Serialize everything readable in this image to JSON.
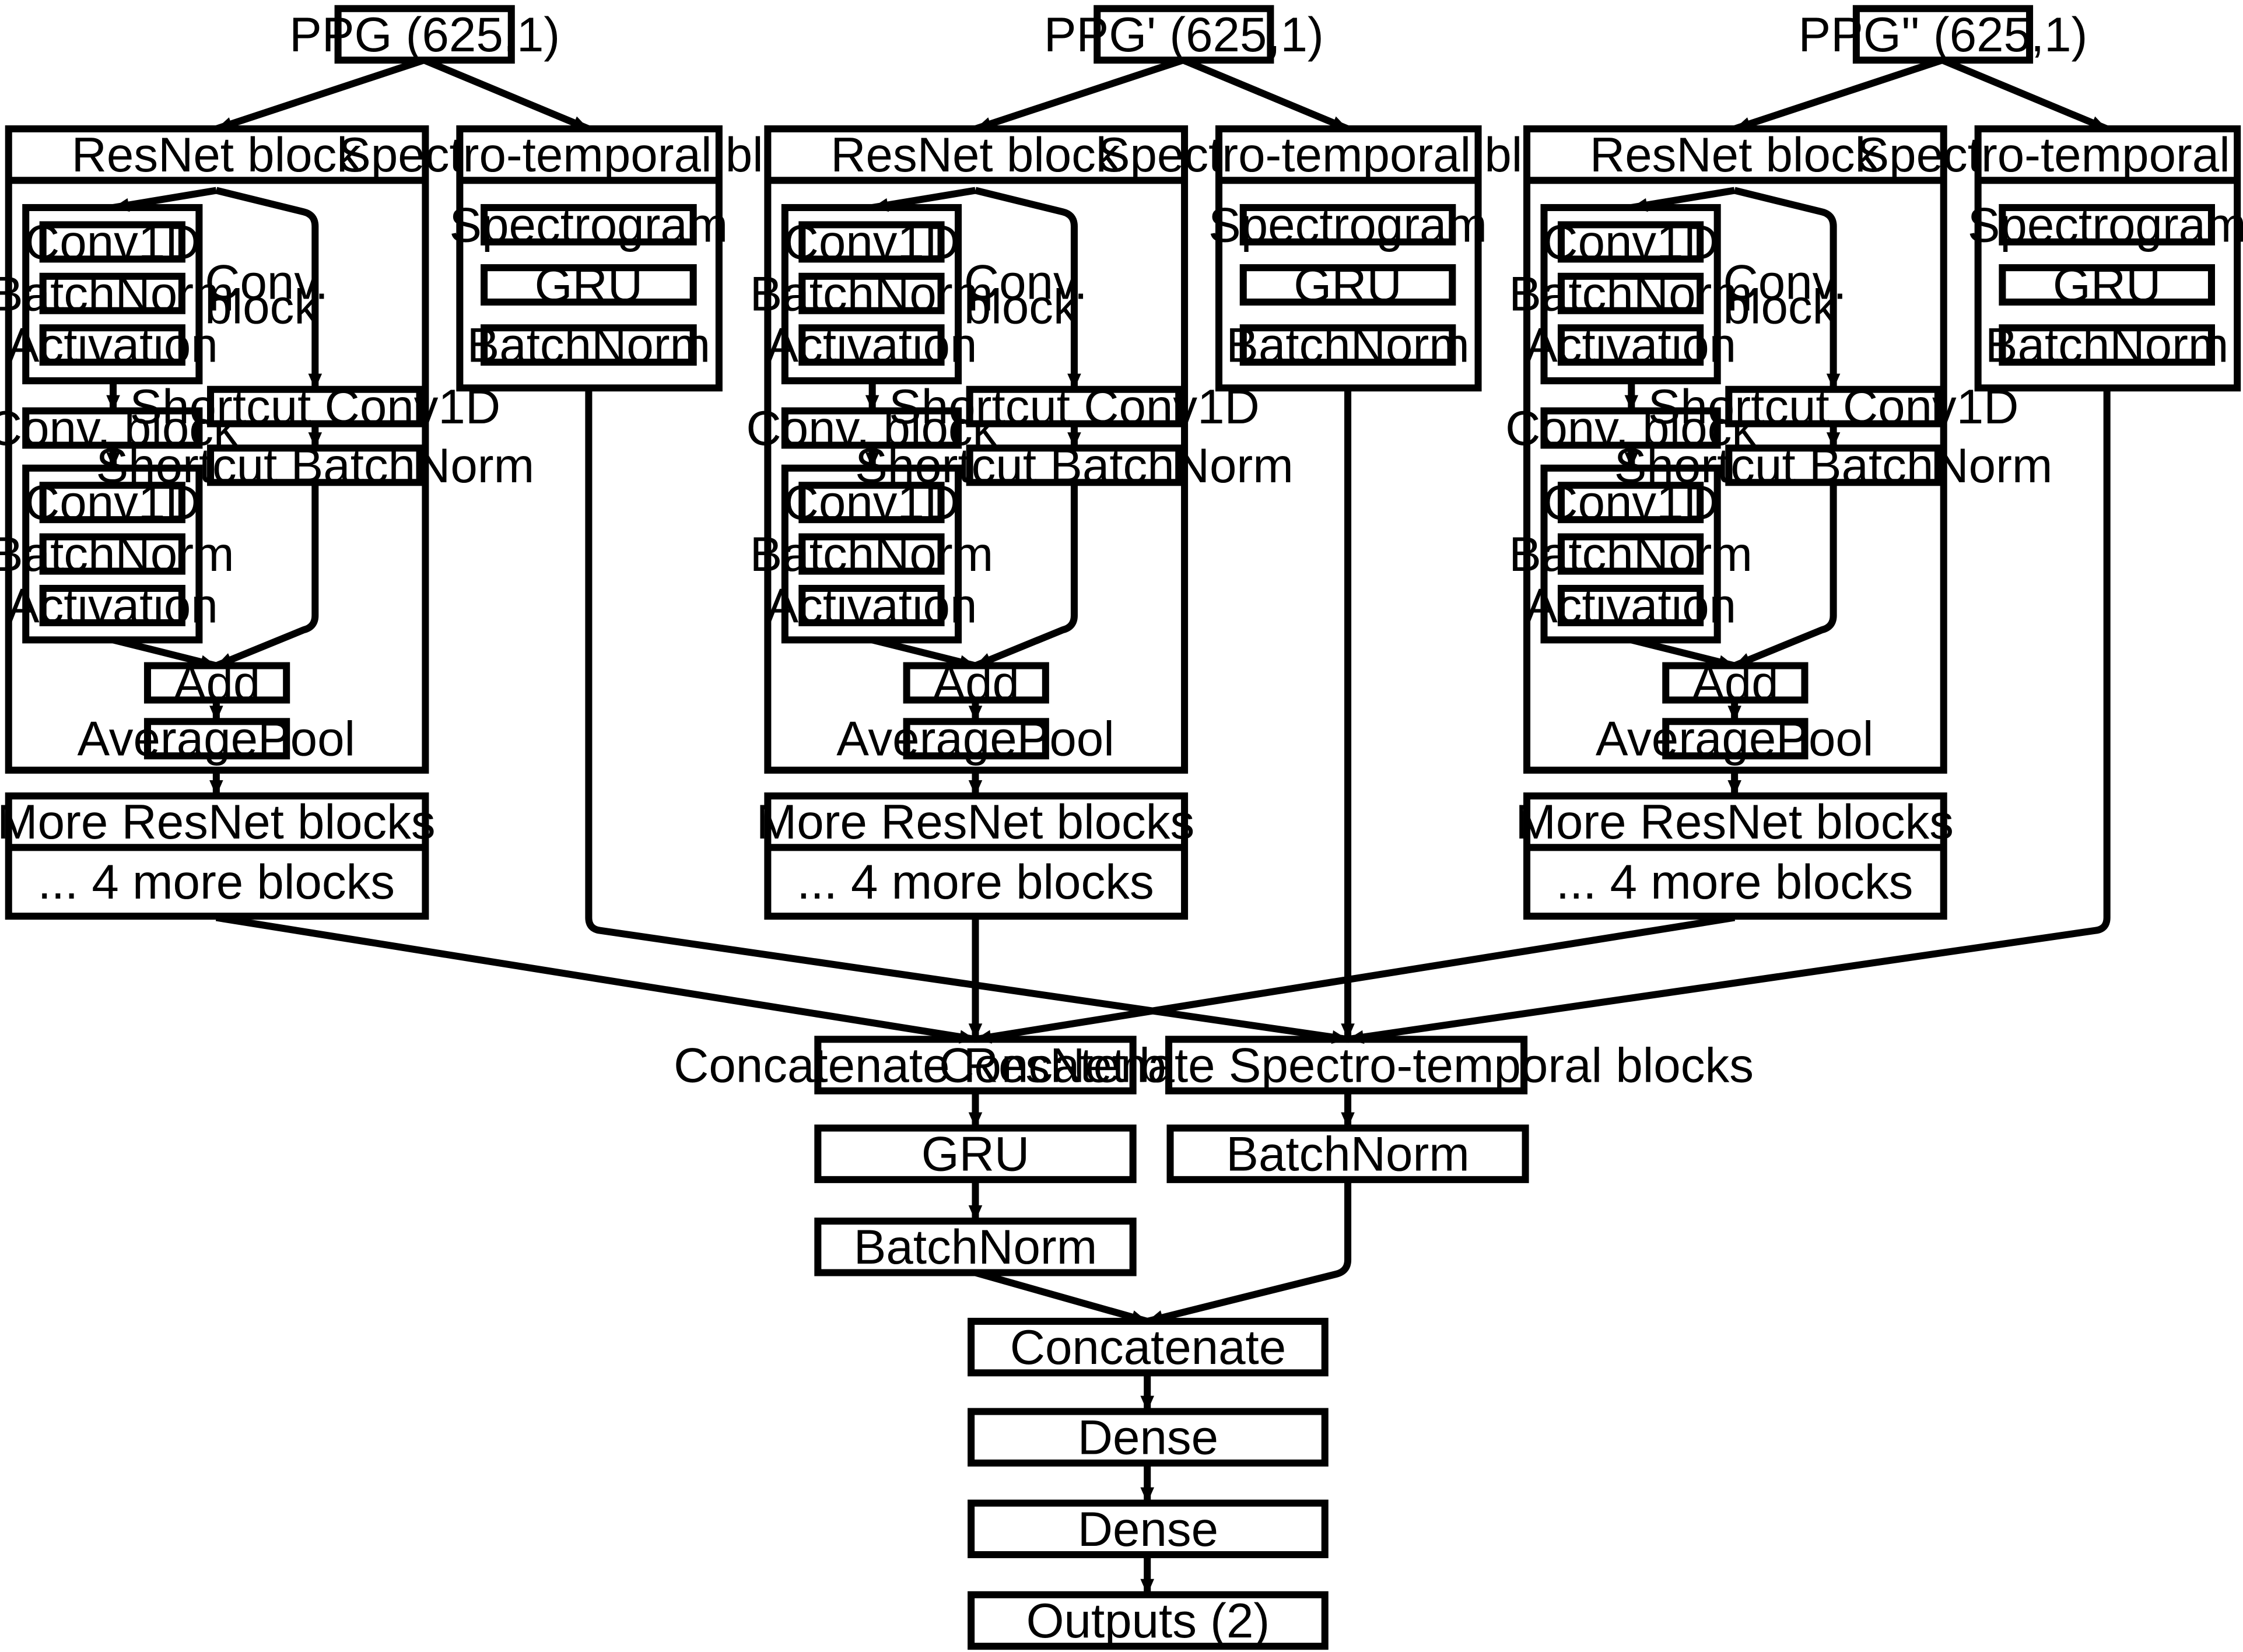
{
  "inputs": [
    "PPG (625,1)",
    "PPG' (625,1)",
    "PPG'' (625,1)"
  ],
  "branch": {
    "resnet_title": "ResNet block",
    "conv1d": "Conv1D",
    "batchnorm": "BatchNorm",
    "activation": "Activation",
    "conv_block_label_1": "Conv.",
    "conv_block_label_2": "block",
    "conv_block": "Conv. block",
    "shortcut_conv": "Shortcut Conv1D",
    "shortcut_bn": "Shortcut BatchNorm",
    "add": "Add",
    "avgpool": "AveragePool",
    "more_title": "More ResNet blocks",
    "more_sub": "... 4 more blocks",
    "spectro_title": "Spectro-temporal block",
    "spectrogram": "Spectrogram",
    "gru": "GRU",
    "spectro_bn": "BatchNorm"
  },
  "merge": {
    "concat_resnet": "Concatenate ResNet blocks",
    "concat_spectro": "Concatenate Spectro-temporal blocks",
    "gru": "GRU",
    "bn_left": "BatchNorm",
    "bn_right": "BatchNorm",
    "concatenate": "Concatenate",
    "dense_1": "Dense",
    "dense_2": "Dense",
    "outputs": "Outputs (2)"
  }
}
